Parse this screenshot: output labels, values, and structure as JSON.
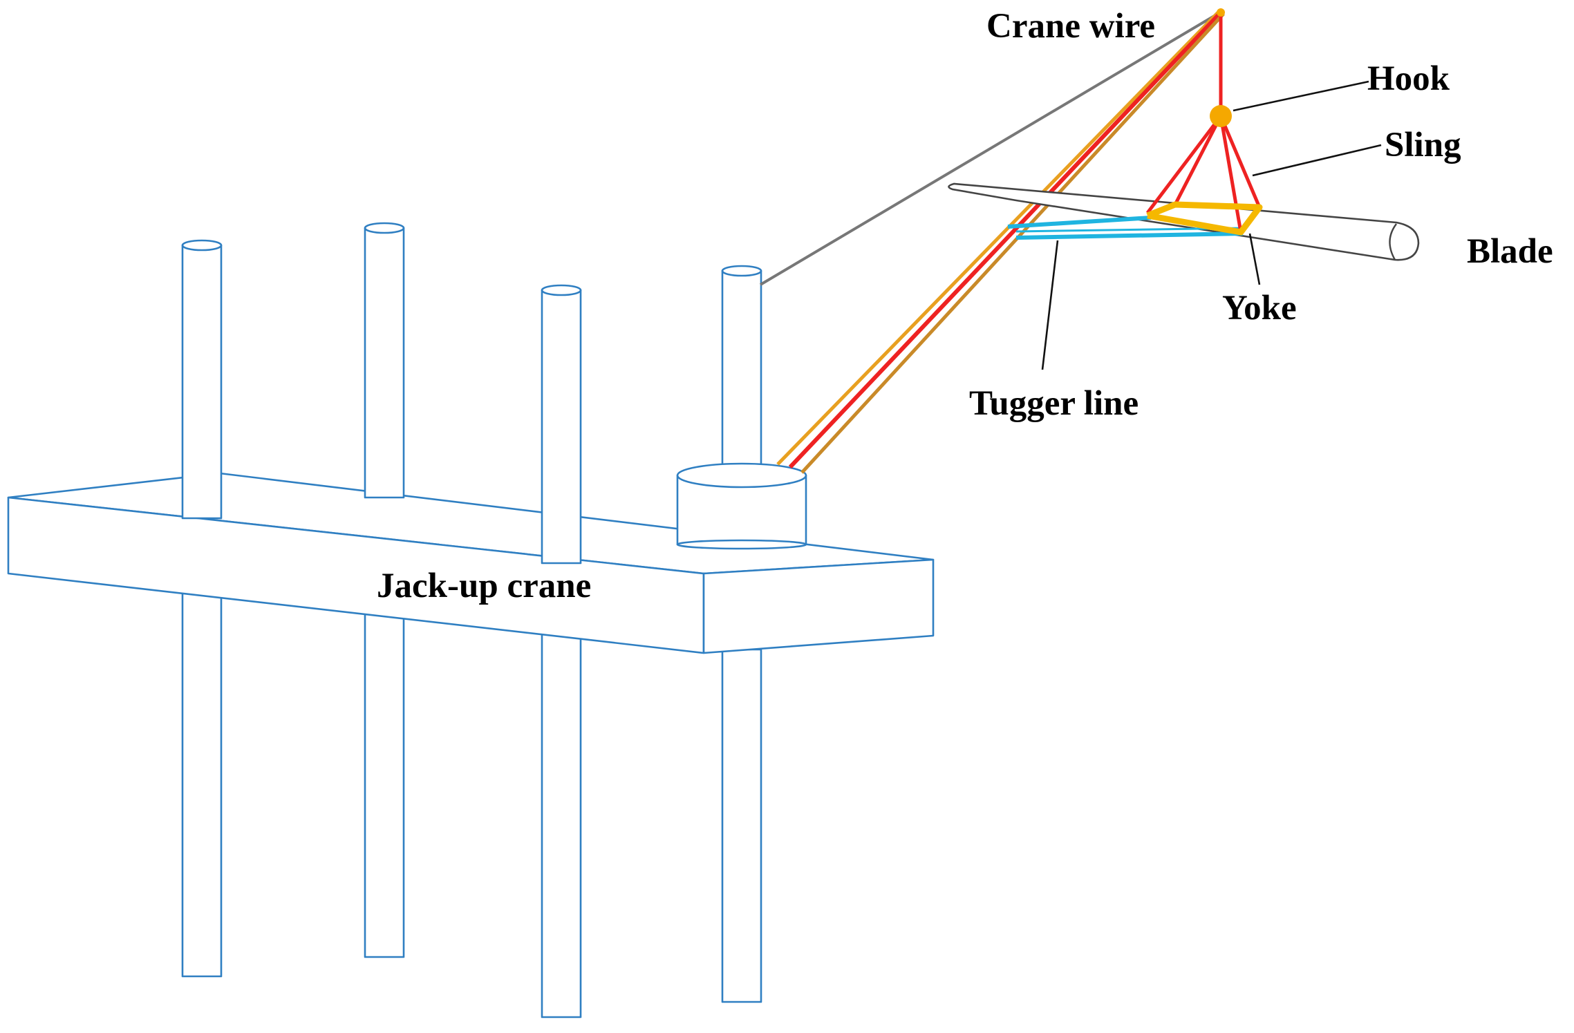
{
  "labels": {
    "crane_wire": "Crane wire",
    "hook": "Hook",
    "sling": "Sling",
    "blade": "Blade",
    "yoke": "Yoke",
    "tugger_line": "Tugger line",
    "jack_up_crane": "Jack-up crane"
  },
  "colors": {
    "structure": "#2f7fc2",
    "crane_boom_red": "#ee2222",
    "crane_boom_orange": "#e8a020",
    "crane_wire_gray": "#777777",
    "hook": "#f5a800",
    "sling": "#ee2222",
    "yoke": "#f5b800",
    "tugger_line": "#1fb4e0",
    "blade": "#444444",
    "leader": "#111111"
  }
}
